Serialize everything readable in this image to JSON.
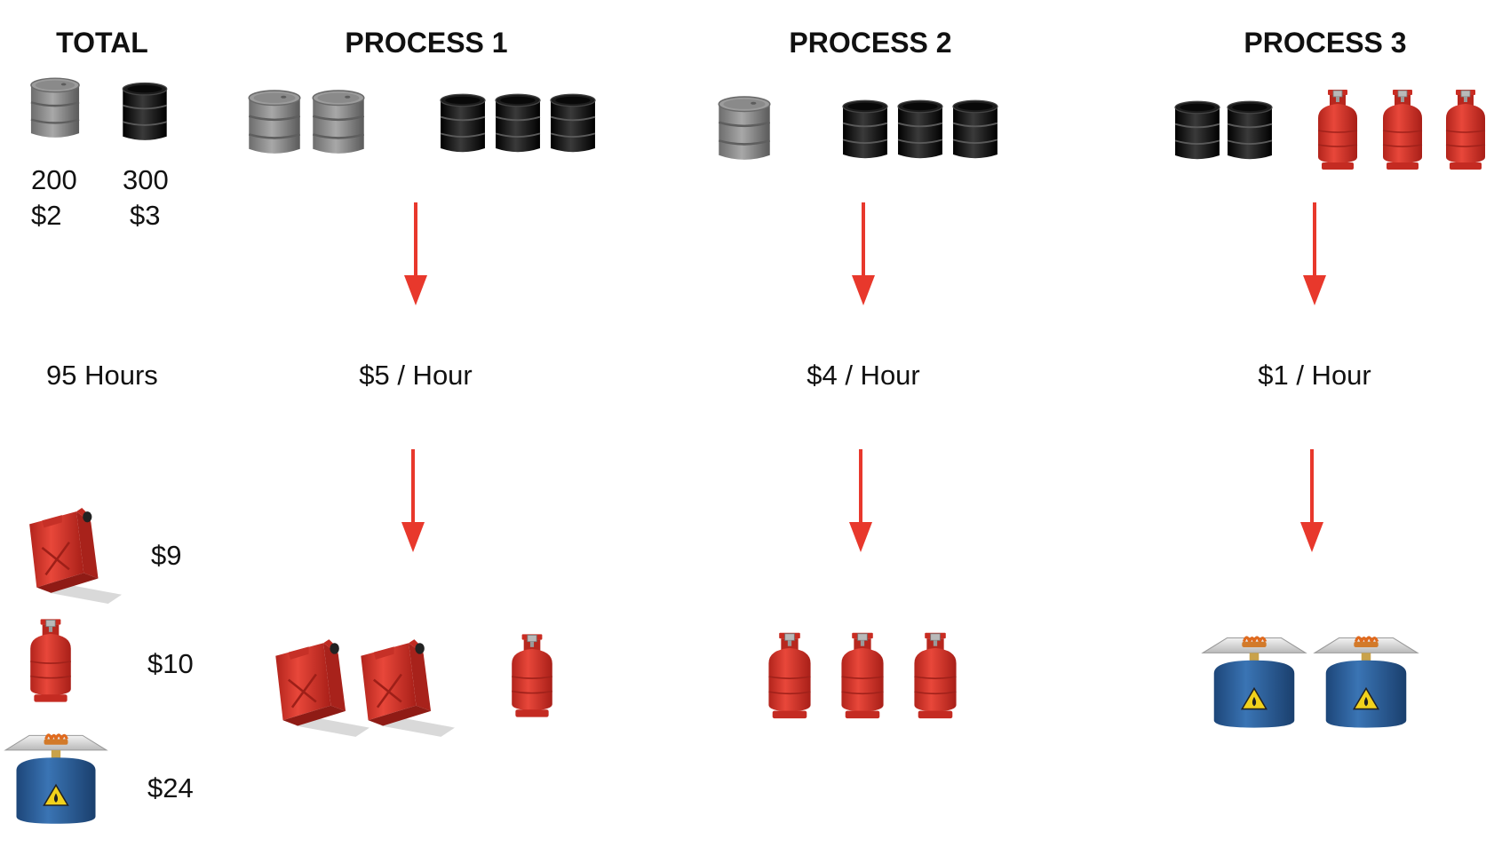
{
  "colors": {
    "arrow": "#e8382c",
    "grey_barrel": "#8a8a8a",
    "black_barrel": "#151515",
    "red_cylinder": "#d8362b",
    "blue_canister": "#2c5f9a"
  },
  "total": {
    "heading": "TOTAL",
    "grey_qty": "200",
    "grey_price": "$2",
    "black_qty": "300",
    "black_price": "$3",
    "hours": "95 Hours",
    "jerrycan_price": "$9",
    "cylinder_price": "$10",
    "stove_price": "$24"
  },
  "processes": [
    {
      "heading": "PROCESS 1",
      "rate": "$5 / Hour",
      "inputs": [
        "grey-barrel",
        "grey-barrel",
        "black-barrel",
        "black-barrel",
        "black-barrel"
      ],
      "outputs": [
        "jerrycan",
        "jerrycan",
        "gas-cylinder"
      ]
    },
    {
      "heading": "PROCESS 2",
      "rate": "$4 / Hour",
      "inputs": [
        "grey-barrel",
        "black-barrel",
        "black-barrel",
        "black-barrel"
      ],
      "outputs": [
        "gas-cylinder",
        "gas-cylinder",
        "gas-cylinder"
      ]
    },
    {
      "heading": "PROCESS 3",
      "rate": "$1 / Hour",
      "inputs": [
        "black-barrel",
        "black-barrel",
        "gas-cylinder",
        "gas-cylinder",
        "gas-cylinder"
      ],
      "outputs": [
        "camping-stove",
        "camping-stove"
      ]
    }
  ]
}
